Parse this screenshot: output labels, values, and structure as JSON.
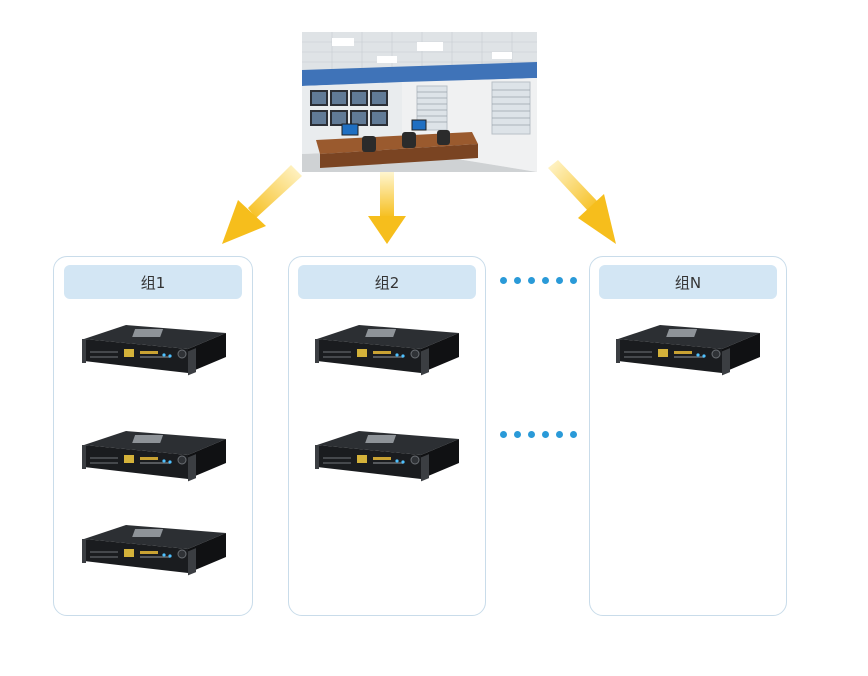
{
  "groups": [
    {
      "label": "组1",
      "device_count": 3
    },
    {
      "label": "组2",
      "device_count": 2
    },
    {
      "label": "组N",
      "device_count": 1
    }
  ],
  "colors": {
    "arrow": "#f6be1c",
    "panel_border": "#c9dcea",
    "tab_fill": "#d3e6f4",
    "dots": "#2a9ad8"
  },
  "icons": {
    "room": "control-room-photo",
    "device": "rack-mount-device-icon",
    "arrow": "arrow-down-icon"
  }
}
